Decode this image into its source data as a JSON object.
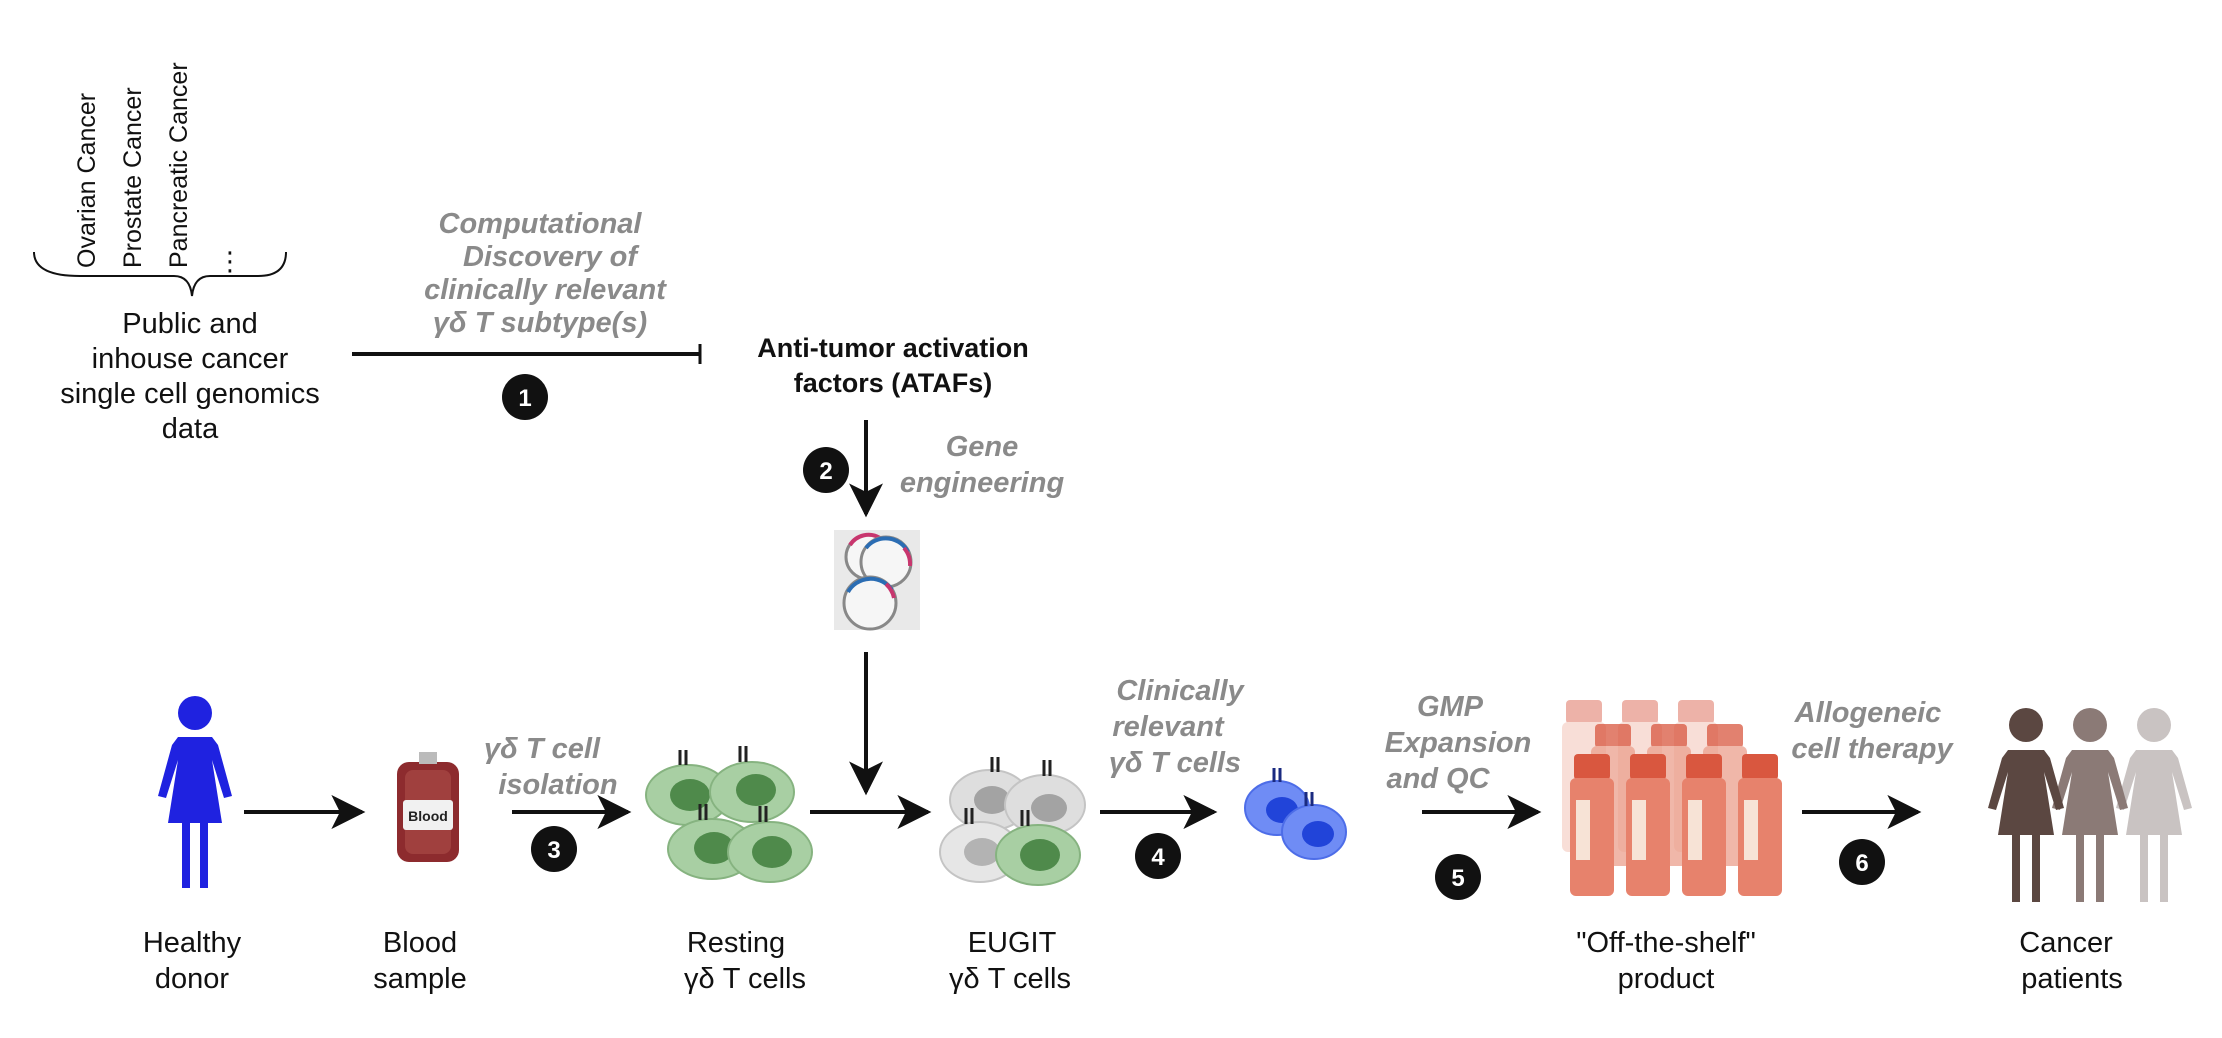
{
  "colors": {
    "donor": "#1f22e0",
    "arrow": "#111111",
    "step_text": "#8a8a8a",
    "resting_cell": "#6fa86a",
    "eugit_cell": "#b9b9b9",
    "relevant_cell": "#3a5ee8",
    "product_red": "#d9573f",
    "patient_dark": "#5b4741",
    "patient_mid": "#8b7a76",
    "patient_light": "#c9c3c2"
  },
  "cancer_types": [
    "Ovarian Cancer",
    "Prostate Cancer",
    "Pancreatic Cancer"
  ],
  "cancer_more": "⋮",
  "genomics": [
    "Public and",
    "inhouse cancer",
    "single cell genomics",
    "data"
  ],
  "step1": {
    "num": "1",
    "lines": [
      "Computational",
      "Discovery of",
      "clinically relevant",
      "γδ T subtype(s)"
    ]
  },
  "atafs": [
    "Anti-tumor activation",
    "factors (ATAFs)"
  ],
  "step2": {
    "num": "2",
    "lines": [
      "Gene",
      "engineering"
    ]
  },
  "step3": {
    "num": "3",
    "lines": [
      "γδ T cell",
      "isolation"
    ]
  },
  "step4": {
    "num": "4",
    "lines": [
      "Clinically",
      "relevant",
      "γδ T cells"
    ]
  },
  "step5": {
    "num": "5",
    "lines": [
      "GMP",
      "Expansion",
      "and QC"
    ]
  },
  "step6": {
    "num": "6",
    "lines": [
      "Allogeneic",
      "cell therapy"
    ]
  },
  "blood_bag_text": "Blood",
  "labels": {
    "donor": [
      "Healthy",
      "donor"
    ],
    "blood": [
      "Blood",
      "sample"
    ],
    "resting": [
      "Resting",
      "γδ T cells"
    ],
    "eugit": [
      "EUGIT",
      "γδ T cells"
    ],
    "product": [
      "\"Off-the-shelf\"",
      "product"
    ],
    "patients": [
      "Cancer",
      "patients"
    ]
  }
}
